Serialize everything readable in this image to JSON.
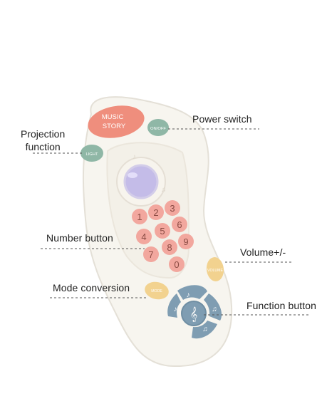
{
  "labels": {
    "projection": [
      "Projection",
      "function"
    ],
    "power_switch": "Power switch",
    "number_button": "Number button",
    "volume": "Volume+/-",
    "mode_conversion": "Mode conversion",
    "function_button": "Function button"
  },
  "device": {
    "top_button_text": [
      "MUSIC",
      "STORY"
    ],
    "power_button_text": "ON/OFF",
    "projection_button_text": "LIGHT",
    "volume_button_text": "VOLUME",
    "mode_button_text": "MODE",
    "number_keys": [
      "1",
      "2",
      "3",
      "4",
      "5",
      "6",
      "7",
      "8",
      "9",
      "0"
    ]
  },
  "colors": {
    "remote_body": "#f7f5ef",
    "outline": "#e4e0d7",
    "top_button": "#ef8e7d",
    "small_green_button": "#8fb7a6",
    "number_key": "#f2a79e",
    "yellow_button": "#f2d28f",
    "blue_button": "#7f9db2",
    "projection_lens": "#c4bce8"
  },
  "icons": {
    "music-note-icon": "♪",
    "music-eighth-icon": "♫",
    "treble-clef-icon": "𝄞"
  }
}
